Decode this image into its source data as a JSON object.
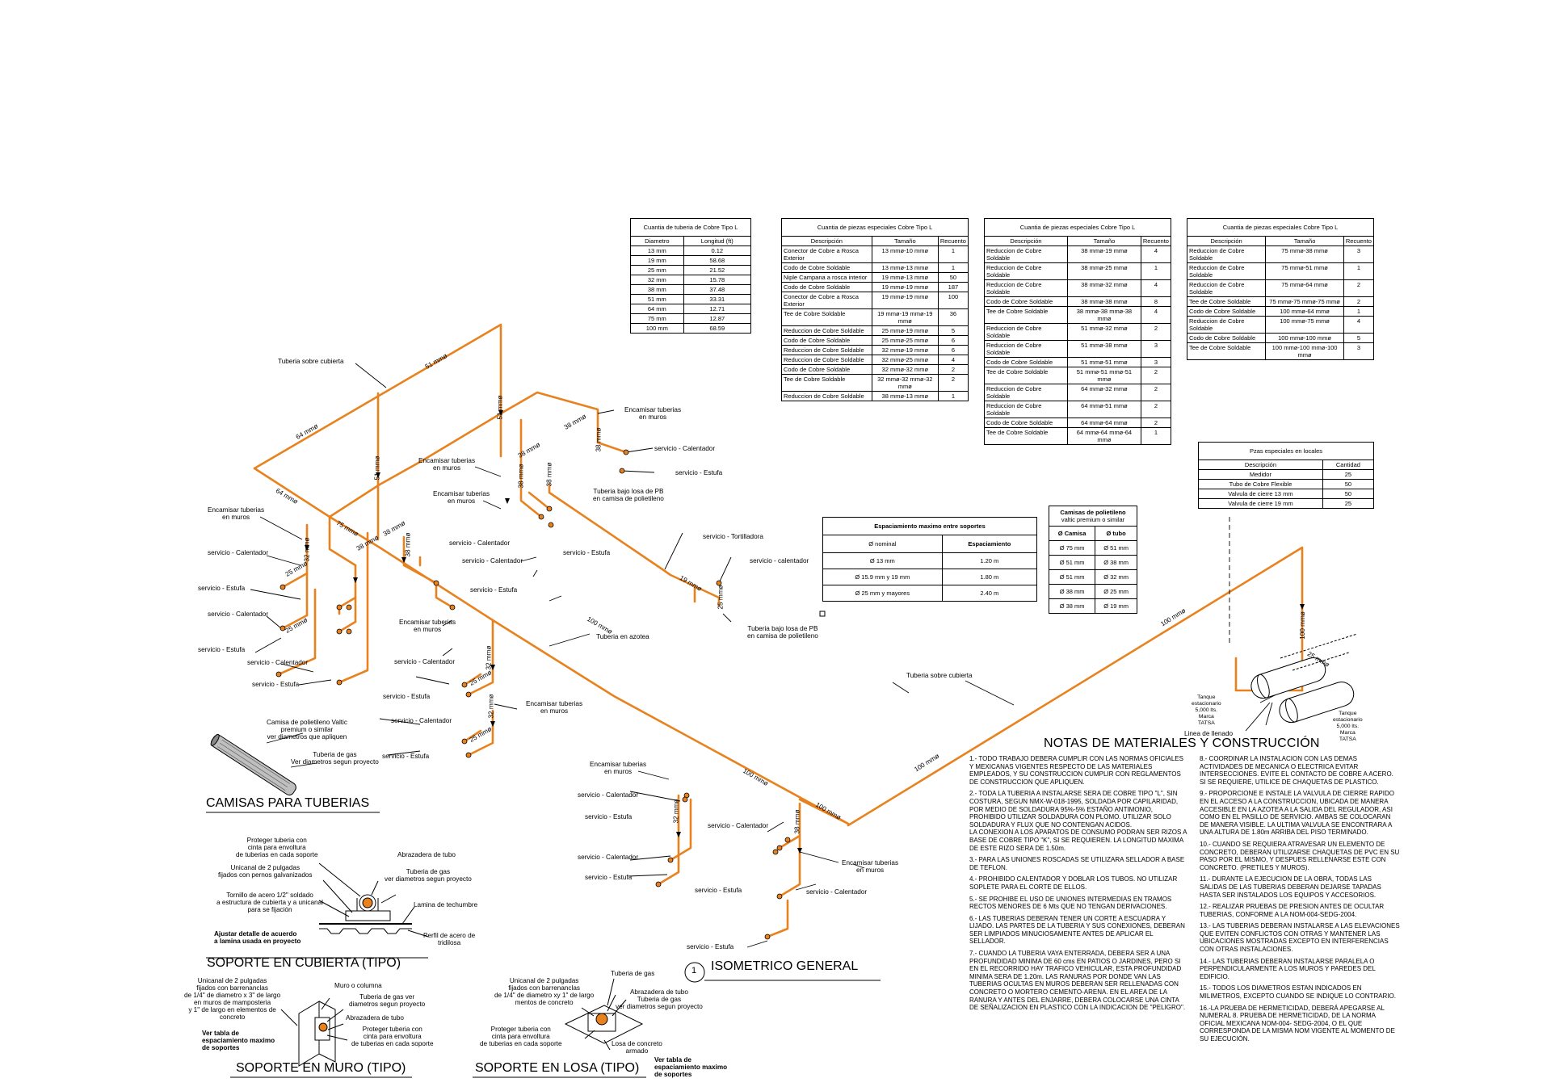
{
  "colors": {
    "pipe": "#e8821e",
    "line": "#000000"
  },
  "tables": {
    "tuberia": {
      "title": "Cuantia de tuberia de Cobre Tipo L",
      "headers": [
        "Diametro",
        "Longitud (ft)"
      ],
      "rows": [
        [
          "13 mm",
          "0.12"
        ],
        [
          "19 mm",
          "58.68"
        ],
        [
          "25 mm",
          "21.52"
        ],
        [
          "32 mm",
          "15.78"
        ],
        [
          "38 mm",
          "37.48"
        ],
        [
          "51 mm",
          "33.31"
        ],
        [
          "64 mm",
          "12.71"
        ],
        [
          "75 mm",
          "12.87"
        ],
        [
          "100 mm",
          "68.59"
        ]
      ]
    },
    "piezas1": {
      "title": "Cuantia de piezas especiales Cobre Tipo L",
      "headers": [
        "Descripción",
        "Tamaño",
        "Recuento"
      ],
      "rows": [
        [
          "Conector de Cobre a Rosca Exterior",
          "13 mmø-10 mmø",
          "1"
        ],
        [
          "Codo de Cobre Soldable",
          "13 mmø-13 mmø",
          "1"
        ],
        [
          "Niple Campana a rosca interior",
          "19 mmø-13 mmø",
          "50"
        ],
        [
          "Codo de Cobre Soldable",
          "19 mmø-19 mmø",
          "187"
        ],
        [
          "Conector de Cobre a Rosca Exterior",
          "19 mmø-19 mmø",
          "100"
        ],
        [
          "Tee de Cobre Soldable",
          "19 mmø-19 mmø-19 mmø",
          "36"
        ],
        [
          "Reduccion de Cobre Soldable",
          "25 mmø-19 mmø",
          "5"
        ],
        [
          "Codo de Cobre Soldable",
          "25 mmø-25 mmø",
          "6"
        ],
        [
          "Reduccion de Cobre Soldable",
          "32 mmø-19 mmø",
          "6"
        ],
        [
          "Reduccion de Cobre Soldable",
          "32 mmø-25 mmø",
          "4"
        ],
        [
          "Codo de Cobre Soldable",
          "32 mmø-32 mmø",
          "2"
        ],
        [
          "Tee de Cobre Soldable",
          "32 mmø-32 mmø-32 mmø",
          "2"
        ],
        [
          "Reduccion de Cobre Soldable",
          "38 mmø-13 mmø",
          "1"
        ]
      ]
    },
    "piezas2": {
      "title": "Cuantia de piezas especiales Cobre Tipo L",
      "headers": [
        "Descripción",
        "Tamaño",
        "Recuento"
      ],
      "rows": [
        [
          "Reduccion de Cobre Soldable",
          "38 mmø-19 mmø",
          "4"
        ],
        [
          "Reduccion de Cobre Soldable",
          "38 mmø-25 mmø",
          "1"
        ],
        [
          "Reduccion de Cobre Soldable",
          "38 mmø-32 mmø",
          "4"
        ],
        [
          "Codo de Cobre Soldable",
          "38 mmø-38 mmø",
          "8"
        ],
        [
          "Tee de Cobre Soldable",
          "38 mmø-38 mmø-38 mmø",
          "4"
        ],
        [
          "Reduccion de Cobre Soldable",
          "51 mmø-32 mmø",
          "2"
        ],
        [
          "Reduccion de Cobre Soldable",
          "51 mmø-38 mmø",
          "3"
        ],
        [
          "Codo de Cobre Soldable",
          "51 mmø-51 mmø",
          "3"
        ],
        [
          "Tee de Cobre Soldable",
          "51 mmø-51 mmø-51 mmø",
          "2"
        ],
        [
          "Reduccion de Cobre Soldable",
          "64 mmø-32 mmø",
          "2"
        ],
        [
          "Reduccion de Cobre Soldable",
          "64 mmø-51 mmø",
          "2"
        ],
        [
          "Codo de Cobre Soldable",
          "64 mmø-64 mmø",
          "2"
        ],
        [
          "Tee de Cobre Soldable",
          "64 mmø-64 mmø-64 mmø",
          "1"
        ]
      ]
    },
    "piezas3": {
      "title": "Cuantia de piezas especiales Cobre Tipo L",
      "headers": [
        "Descripción",
        "Tamaño",
        "Recuento"
      ],
      "rows": [
        [
          "Reduccion de Cobre Soldable",
          "75 mmø-38 mmø",
          "3"
        ],
        [
          "Reduccion de Cobre Soldable",
          "75 mmø-51 mmø",
          "1"
        ],
        [
          "Reduccion de Cobre Soldable",
          "75 mmø-64 mmø",
          "2"
        ],
        [
          "Tee de Cobre Soldable",
          "75 mmø-75 mmø-75 mmø",
          "2"
        ],
        [
          "Codo de Cobre Soldable",
          "100 mmø-64 mmø",
          "1"
        ],
        [
          "Reduccion de Cobre Soldable",
          "100 mmø-75 mmø",
          "4"
        ],
        [
          "Codo de Cobre Soldable",
          "100 mmø-100 mmø",
          "5"
        ],
        [
          "Tee de Cobre Soldable",
          "100 mmø-100 mmø-100 mmø",
          "3"
        ]
      ]
    },
    "locales": {
      "title": "Pzas especiales en locales",
      "headers": [
        "Descripción",
        "Cantidad"
      ],
      "rows": [
        [
          "Medidor",
          "25"
        ],
        [
          "Tubo de Cobre Flexible",
          "50"
        ],
        [
          "Valvula de cierre 13 mm",
          "50"
        ],
        [
          "Valvula de cierre 19 mm",
          "25"
        ]
      ]
    },
    "espaciamiento": {
      "title": "Espaciamiento maximo entre soportes",
      "headers": [
        "Ø nominal",
        "Espaciamiento"
      ],
      "rows": [
        [
          "Ø 13 mm",
          "1.20 m"
        ],
        [
          "Ø 15.9 mm y 19 mm",
          "1.80 m"
        ],
        [
          "Ø 25 mm y mayores",
          "2.40 m"
        ]
      ]
    },
    "camisas": {
      "title": "Camisas de polietileno",
      "subtitle": "valtic premium o similar",
      "headers": [
        "Ø Camisa",
        "Ø tubo"
      ],
      "rows": [
        [
          "Ø 75 mm",
          "Ø 51 mm"
        ],
        [
          "Ø 51 mm",
          "Ø 38 mm"
        ],
        [
          "Ø 51 mm",
          "Ø 32 mm"
        ],
        [
          "Ø 38 mm",
          "Ø 25 mm"
        ],
        [
          "Ø 38 mm",
          "Ø 19 mm"
        ]
      ]
    }
  },
  "titles": {
    "camisas": "CAMISAS PARA TUBERIAS",
    "cubierta": "SOPORTE EN CUBIERTA (TIPO)",
    "muro": "SOPORTE EN MURO (TIPO)",
    "losa": "SOPORTE EN LOSA (TIPO)",
    "isometrico": "ISOMETRICO GENERAL",
    "isometrico_num": "1",
    "notas": "NOTAS DE MATERIALES Y CONSTRUCCIÓN"
  },
  "labels": {
    "tuberia_cubierta_1": "Tuberia sobre cubierta",
    "tuberia_cubierta_2": "Tuberia sobre cubierta",
    "tuberia_azotea": "Tuberia en azotea",
    "encamisar": "Encamisar tuberias\nen muros",
    "bajo_losa": "Tuberia bajo losa de PB\nen camisa de polietileno",
    "serv_calentador": "servicio - Calentador",
    "serv_calentador_lc": "servicio - calentador",
    "serv_estufa": "servicio - Estufa",
    "serv_tortilladora": "servicio - Tortilladora",
    "tanque": "Tanque\nestacionario\n5,000 lts.\nMarca\nTATSA",
    "linea_llenado": "Linea de llenado",
    "camisa_valtic": "Camisa de polietileno Valtic\npremium o similar\nver diametros que apliquen",
    "tuberia_gas_diam": "Tuberia de gas\nVer diametros segun proyecto",
    "proteger_cubierta": "Proteger tuberia con\ncinta para envoltura\nde tuberias en cada soporte",
    "abrazadera_tubo": "Abrazadera de tubo",
    "unicanal_cubierta": "Unicanal de 2 pulgadas\nfijados con pernos galvanizados",
    "tuberia_gas_ver": "Tuberia de gas\nver diametros segun proyecto",
    "tornillo": "Tornillo de acero 1/2\" soldado\na estructura de cubierta y a unicanal\npara se fijación",
    "lamina": "Lamina de techumbre",
    "ajustar": "Ajustar detalle de acuerdo\na lamina usada en proyecto",
    "perfil": "Perfil de acero de\ntridilosa",
    "unicanal_muro": "Unicanal de 2 pulgadas\nfijados con barrenanclas\nde 1/4\" de diametro x 3\" de largo\nen muros de mamposteria\ny 1\" de largo en elementos de\nconcreto",
    "muro_columna": "Muro o columna",
    "tuberia_gas_ver2": "Tuberia de gas ver\ndiametros segun proyecto",
    "abrazadera_tubo2": "Abrazadera de tubo",
    "proteger_muro": "Proteger tuberia con\ncinta para envoltura\nde tuberias en cada soporte",
    "ver_tabla": "Ver tabla de\nespaciamiento maximo\nde soportes",
    "tuberia_gas": "Tuberia de gas",
    "unicanal_losa": "Unicanal de 2 pulgadas\nfijados con barrenanclas\nde 1/4\" de diametro xy 1\" de largo\nmentos de concreto",
    "abrazadera_losa": "Abrazadera de tubo\nTuberia de gas\nver diametros segun proyecto",
    "proteger_losa": "Proteger tuberia con\ncinta para envoltura\nde tuberias en cada soporte",
    "losa_concreto": "Losa de concreto\narmado",
    "ver_tabla2": "Ver tabla de\nespaciamiento maximo\nde soportes"
  },
  "pipe_sizes": {
    "s51": "51 mmø",
    "s64": "64 mmø",
    "s75": "75 mmø",
    "s38": "38 mmø",
    "s32": "32 mmø",
    "s25": "25 mmø",
    "s19": "19 mmø",
    "s100": "100 mmø"
  },
  "notes_left": [
    "1.- TODO TRABAJO DEBERA CUMPLIR CON LAS NORMAS OFICIALES Y MEXICANAS VIGENTES RESPECTO DE LAS MATERIALES EMPLEADOS, Y SU CONSTRUCCION CUMPLIR CON REGLAMENTOS DE CONSTRUCCION QUE APLIQUEN.",
    "2.- TODA LA TUBERIA A INSTALARSE SERA DE COBRE TIPO \"L\", SIN COSTURA, SEGUN NMX-W-018-1995, SOLDADA POR CAPILARIDAD, POR MEDIO DE SOLDADURA 95%-5% ESTAÑO ANTIMONIO, PROHIBIDO UTILIZAR SOLDADURA CON PLOMO. UTILIZAR SOLO SOLDADURA Y FLUX QUE NO CONTENGAN ACIDOS.\nLA CONEXION A LOS APARATOS DE CONSUMO PODRAN SER RIZOS A BASE DE COBRE TIPO \"K\", SI SE REQUIEREN. LA LONGITUD MAXIMA DE ESTE RIZO SERA DE 1.50m.",
    "3.- PARA LAS UNIONES ROSCADAS SE UTILIZARA SELLADOR A BASE DE TEFLON.",
    "4.- PROHIBIDO CALENTADOR Y DOBLAR LOS TUBOS. NO UTILIZAR SOPLETE PARA EL CORTE DE ELLOS.",
    "5.- SE PROHIBE EL USO DE UNIONES INTERMEDIAS EN TRAMOS RECTOS MENORES DE 6 Mts QUE NO TENGAN DERIVACIONES.",
    "6.- LAS TUBERIAS DEBERAN TENER UN CORTE A ESCUADRA Y LIJADO. LAS PARTES DE LA TUBERIA Y SUS CONEXIONES, DEBERAN SER LIMPIADOS MINUCIOSAMENTE ANTES DE APLICAR EL SELLADOR.",
    "7.- CUANDO LA TUBERIA VAYA ENTERRADA, DEBERA SER A UNA PROFUNDIDAD MINIMA DE 60 cms EN PATIOS O JARDINES, PERO SI EN EL RECORRIDO HAY TRAFICO VEHICULAR, ESTA PROFUNDIDAD MINIMA SERA DE 1.20m. LAS RANURAS POR DONDE VAN LAS TUBERIAS OCULTAS EN MUROS DEBERAN SER RELLENADAS CON CONCRETO O MORTERO CEMENTO-ARENA. EN EL AREA DE LA RANURA Y ANTES DEL ENJARRE, DEBERA COLOCARSE UNA CINTA DE SEÑALIZACION EN PLASTICO CON LA INDICACION DE \"PELIGRO\"."
  ],
  "notes_right": [
    "8.- COORDINAR LA INSTALACION CON LAS DEMAS ACTIVIDADES DE MECANICA O ELECTRICA EVITAR INTERSECCIONES. EVITE EL CONTACTO DE COBRE A ACERO. SI SE REQUIERE, UTILICE DE CHAQUETAS DE PLASTICO.",
    "9.- PROPORCIONE E INSTALE LA VALVULA DE CIERRE RAPIDO EN EL ACCESO A LA CONSTRUCCION, UBICADA DE MANERA ACCESIBLE EN LA AZOTEA A LA SALIDA DEL REGULADOR, ASI COMO EN EL PASILLO DE SERVICIO. AMBAS SE COLOCARAN DE MANERA VISIBLE. LA ULTIMA VALVULA SE ENCONTRARA A UNA ALTURA DE 1.80m ARRIBA DEL PISO TERMINADO.",
    "10.- CUANDO SE REQUIERA ATRAVESAR UN ELEMENTO DE CONCRETO, DEBERAN UTILIZARSE CHAQUETAS DE PVC EN SU PASO POR EL MISMO, Y DESPUES RELLENARSE ESTE CON CONCRETO. (PRETILES Y MUROS).",
    "11.- DURANTE LA EJECUCION DE LA OBRA, TODAS LAS SALIDAS DE LAS TUBERIAS DEBERAN DEJARSE TAPADAS HASTA SER INSTALADOS LOS EQUIPOS Y ACCESORIOS.",
    "12.- REALIZAR PRUEBAS DE PRESION ANTES DE OCULTAR TUBERIAS, CONFORME A LA NOM-004-SEDG-2004.",
    "13.- LAS TUBERIAS DEBERAN INSTALARSE A LAS ELEVACIONES QUE EVITEN CONFLICTOS CON OTRAS Y MANTENER LAS UBICACIONES MOSTRADAS EXCEPTO EN INTERFERENCIAS CON OTRAS INSTALACIONES.",
    "14.- LAS TUBERIAS DEBERAN INSTALARSE PARALELA O PERPENDICULARMENTE A LOS MUROS Y PAREDES DEL EDIFICIO.",
    "15.- TODOS LOS DIAMETROS ESTAN INDICADOS EN MILIMETROS, EXCEPTO CUANDO SE INDIQUE LO CONTRARIO.",
    "16.-LA PRUEBA DE HERMETICIDAD, DEBERÁ APEGARSE AL NUMERAL 8. PRUEBA DE HERMETICIDAD, DE LA NORMA OFICIAL MEXICANA NOM-004- SEDG-2004, O EL QUE CORRESPONDA DE LA MISMA NOM VIGENTE AL MOMENTO DE SU EJECUCIÓN."
  ]
}
